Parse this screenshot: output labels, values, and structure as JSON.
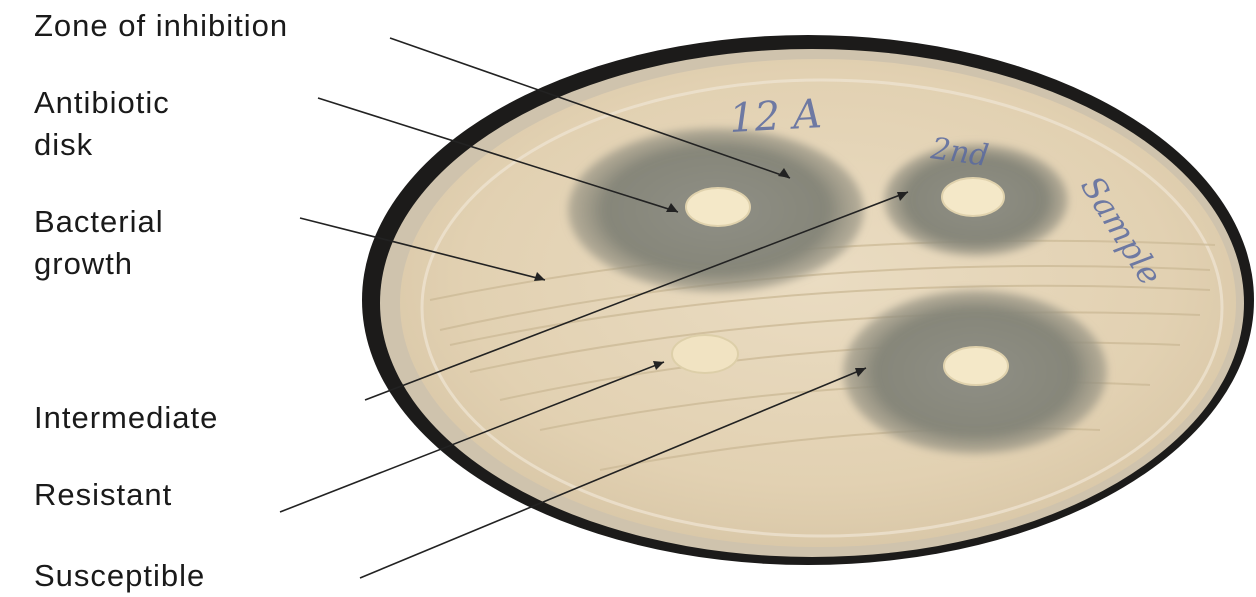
{
  "labels": {
    "zone_of_inhibition": "Zone of inhibition",
    "antibiotic_disk_line1": "Antibiotic",
    "antibiotic_disk_line2": "disk",
    "bacterial_growth_line1": "Bacterial",
    "bacterial_growth_line2": "growth",
    "intermediate": "Intermediate",
    "resistant": "Resistant",
    "susceptible": "Susceptible"
  },
  "plate_handwriting": {
    "top": "12 A",
    "right_line1": "2nd",
    "right_line2": "Sample"
  },
  "colors": {
    "plate_rim": "#1c1b1a",
    "agar": "#e6d6b9",
    "inhibition_zone": "#8c8c82",
    "disk": "#f4e8c8",
    "text": "#1a1a1a"
  }
}
